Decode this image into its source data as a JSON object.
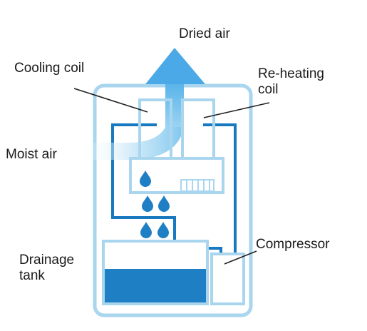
{
  "labels": {
    "dried_air": "Dried air",
    "cooling_coil": "Cooling coil",
    "reheating_coil": "Re-heating\ncoil",
    "moist_air": "Moist air",
    "compressor": "Compressor",
    "drainage_tank": "Drainage\ntank"
  },
  "colors": {
    "outline": "#a9d6ee",
    "pipe": "#1779c0",
    "water": "#1f7fc4",
    "airflow": "#7fc6ef",
    "line": "#222222"
  }
}
